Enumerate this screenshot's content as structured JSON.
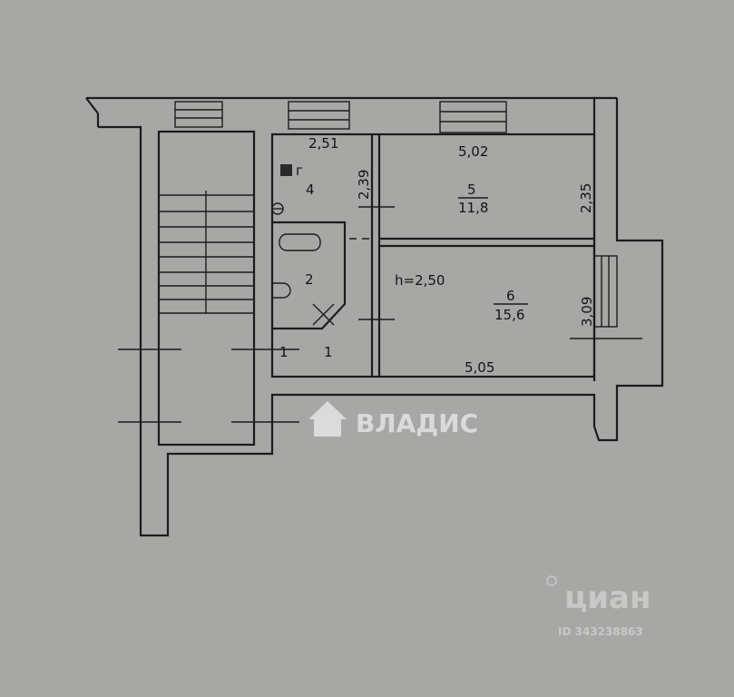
{
  "plan": {
    "dimensions": {
      "kitchen_width": "2,51",
      "kitchen_depth": "2,39",
      "room5_width": "5,02",
      "room5_depth": "2,35",
      "room6_width": "5,05",
      "room6_depth": "3,09"
    },
    "rooms": [
      {
        "number": "1"
      },
      {
        "number": "2"
      },
      {
        "number": "4"
      },
      {
        "number": "5",
        "area": "11,8"
      },
      {
        "number": "6",
        "area": "15,6"
      }
    ],
    "stair_room_number": "1",
    "ceiling_height": "h=2,50",
    "stove_mark": "г"
  },
  "watermarks": {
    "vladis": "ВЛАДИС",
    "cian": "циан",
    "cian_id": "ID 343238863"
  },
  "colors": {
    "background": "#a7a7a5",
    "lines": "#1c1c1c",
    "watermark": "#e4e4e4"
  }
}
